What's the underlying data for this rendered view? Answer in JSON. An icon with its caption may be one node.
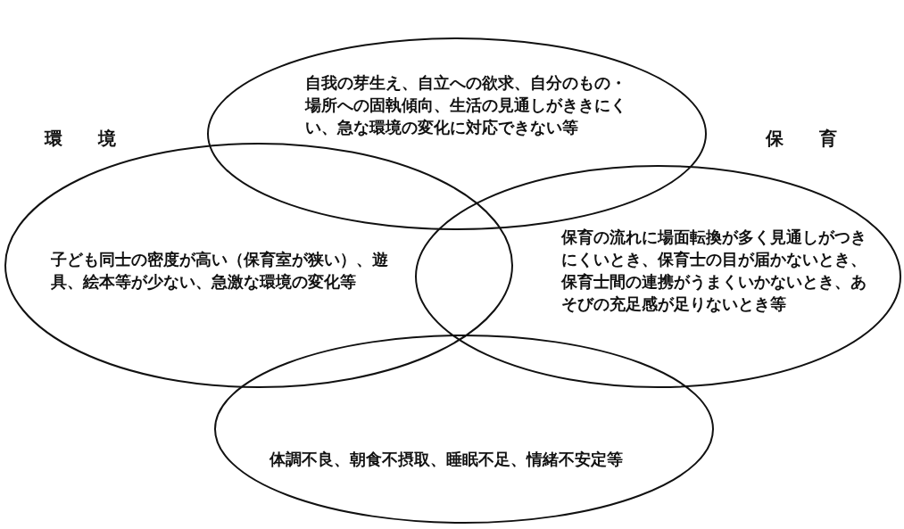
{
  "diagram": {
    "nodes": [
      {
        "text": [
          "自我の芽生え、自立への欲求、自分のもの・場所への固執傾向、生活の見通しがききにくい、急な環境の変化に対応できない等"
        ]
      },
      {
        "text": [
          "子ども同士の密度が高い（保育室が狭い）、遊具、絵本等が少ない、急激な環境の変化等"
        ]
      },
      {
        "text": [
          "保育の流れに場面転換が多く見通しがつきにくいとき、保育士の目が届かないとき、保育士間の連携がうまくいかないとき、あそびの充足感が足りないとき等"
        ]
      },
      {
        "text": [
          "体調不良、朝食不摂取、睡眠不足、情緒不安定等"
        ]
      }
    ],
    "labels": [
      "環境",
      "保育"
    ]
  }
}
